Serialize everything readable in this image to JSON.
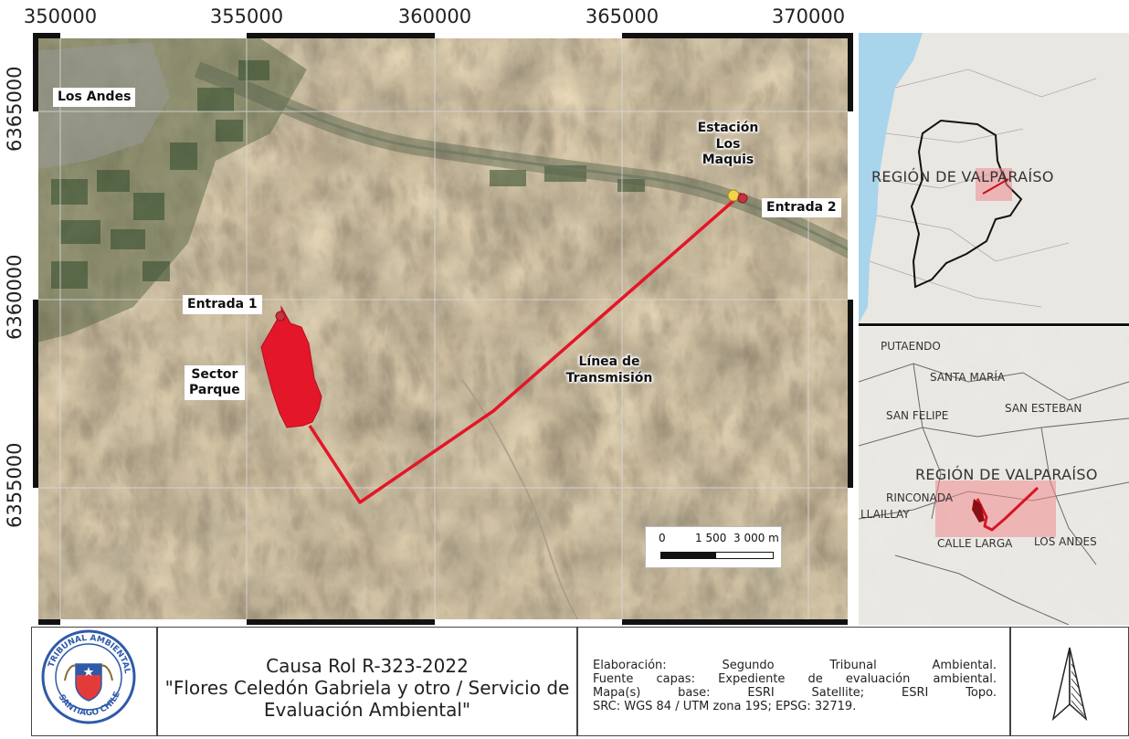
{
  "map": {
    "x_ticks": [
      "350000",
      "355000",
      "360000",
      "365000",
      "370000"
    ],
    "y_ticks": [
      "6365000",
      "6360000",
      "6355000"
    ],
    "labels": {
      "los_andes": "Los Andes",
      "estacion_1": "Estación",
      "estacion_2": "Los",
      "estacion_3": "Maquis",
      "entrada_2": "Entrada 2",
      "entrada_1": "Entrada 1",
      "sector_1": "Sector",
      "sector_2": "Parque",
      "linea_1": "Línea de",
      "linea_2": "Transmisión"
    },
    "scale_bar": {
      "t0": "0",
      "t1": "1 500",
      "t2": "3 000 m"
    },
    "colors": {
      "project": "#e3162a",
      "imagery_base": "#7d6e58",
      "station": "#f1d54a"
    }
  },
  "inset_region": {
    "region_label": "REGIÓN DE VALPARAÍSO"
  },
  "inset_local": {
    "towns": [
      "PUTAENDO",
      "SANTA MARÍA",
      "SAN ESTEBAN",
      "SAN FELIPE",
      "RINCONADA",
      "LLAILLAY",
      "CALLE LARGA",
      "LOS ANDES"
    ],
    "region_label": "REGIÓN DE VALPARAÍSO"
  },
  "footer": {
    "logo": {
      "top_text": "TRIBUNAL AMBIENTAL",
      "bottom_text": "SANTIAGO CHILE"
    },
    "title_lines": [
      "Causa Rol R-323-2022",
      "\"Flores Celedón Gabriela y otro / Servicio de",
      "Evaluación Ambiental\""
    ],
    "credits": [
      "Elaboración: Segundo Tribunal Ambiental.",
      "Fuente capas: Expediente de evaluación ambiental.",
      "Mapa(s) base: ESRI Satellite; ESRI Topo.",
      "SRC: WGS 84 / UTM zona 19S; EPSG: 32719."
    ],
    "north_arrow": "north-arrow"
  }
}
